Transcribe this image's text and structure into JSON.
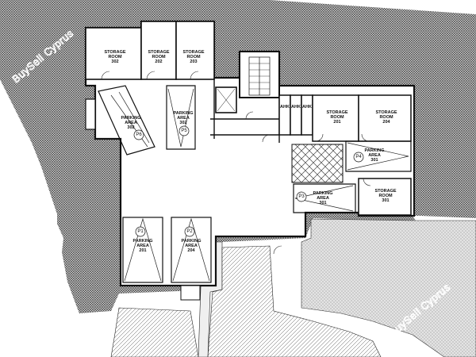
{
  "watermarks": [
    "BuySell Cyprus",
    "BuySell Cyprus"
  ],
  "rooms": {
    "storage_302": [
      "STORAGE",
      "ROOM",
      "302"
    ],
    "storage_202": [
      "STORAGE",
      "ROOM",
      "202"
    ],
    "storage_203": [
      "STORAGE",
      "ROOM",
      "203"
    ],
    "storage_201": [
      "STORAGE",
      "ROOM",
      "201"
    ],
    "storage_204": [
      "STORAGE",
      "ROOM",
      "204"
    ],
    "storage_301": [
      "STORAGE",
      "ROOM",
      "301"
    ],
    "ahk": [
      "AHK",
      "AHK",
      "AHK"
    ]
  },
  "parking": {
    "p6": {
      "label": [
        "PARKING",
        "AREA",
        "302"
      ],
      "badge": "P6"
    },
    "p5": {
      "label": [
        "PARKING",
        "AREA",
        "302"
      ],
      "badge": "P5"
    },
    "p4": {
      "label": [
        "PARKING",
        "AREA",
        "301"
      ],
      "badge": "P4"
    },
    "p3": {
      "label": [
        "PARKING",
        "AREA",
        "301"
      ],
      "badge": "P3"
    },
    "p1": {
      "label": [
        "PARKING",
        "AREA",
        "201"
      ],
      "badge": "P1"
    },
    "p2": {
      "label": [
        "PARKING",
        "AREA",
        "204"
      ],
      "badge": "P2"
    }
  },
  "colors": {
    "hatch": "#333333",
    "wall": "#111111",
    "paper": "#ffffff"
  }
}
